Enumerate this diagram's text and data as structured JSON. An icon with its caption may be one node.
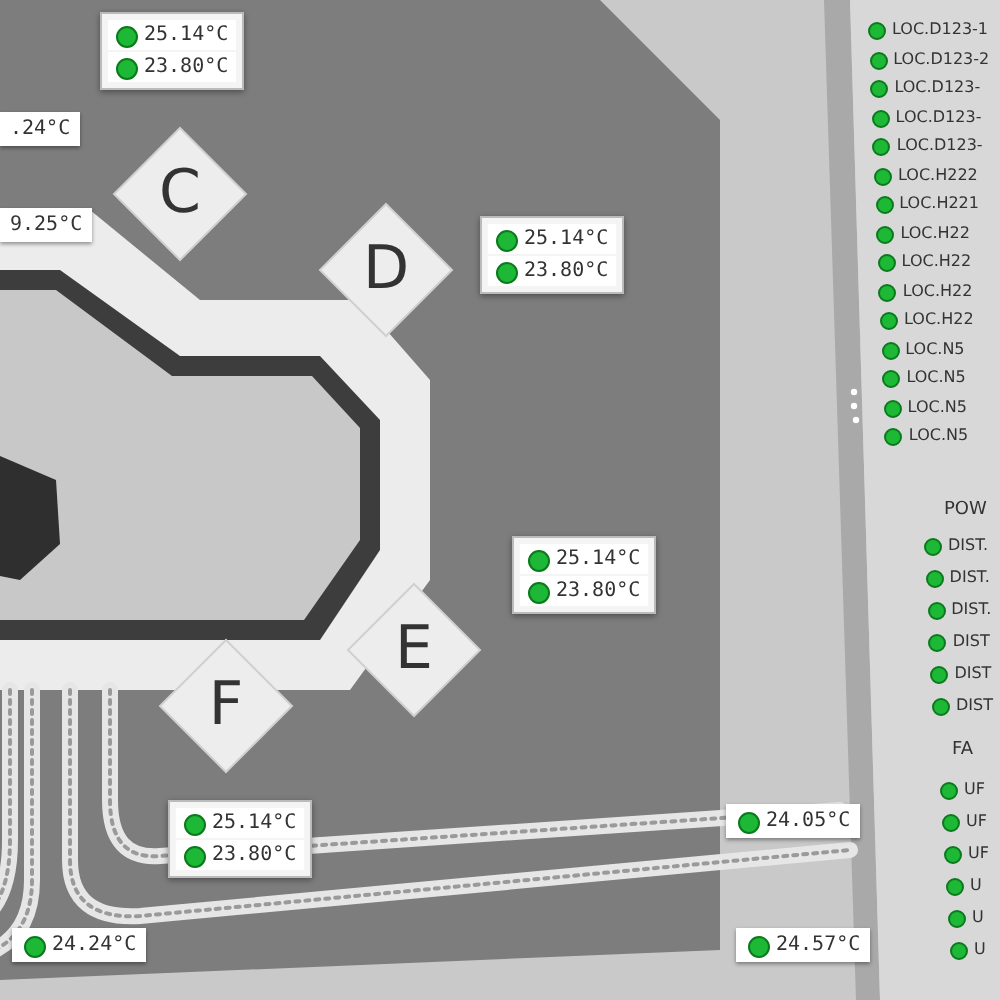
{
  "diagram": {
    "nodes": [
      {
        "text": [
          "C"
        ],
        "beside": [
          "25.14°C",
          "23.80°C"
        ]
      },
      {
        "text": [
          "D"
        ],
        "beside": [
          "25.14°C",
          "23.80°C"
        ]
      },
      {
        "text": [
          "E"
        ],
        "beside": [
          "25.14°C",
          "23.80°C"
        ]
      },
      {
        "text": [
          "F"
        ],
        "beside": [
          "25.14°C",
          "23.80°C"
        ]
      }
    ],
    "labels": [
      ".24°C",
      "9.25°C",
      "24.05°C",
      "24.57°C",
      "24.24°C",
      "LOC.D123-1",
      "LOC.D123-2",
      "LOC.D123-",
      "LOC.D123-",
      "LOC.D123-",
      "LOC.H222",
      "LOC.H221",
      "LOC.H22",
      "LOC.H22",
      "LOC.H22",
      "LOC.H22",
      "LOC.N5",
      "LOC.N5",
      "LOC.N5",
      "LOC.N5",
      "POW",
      "DIST.",
      "DIST.",
      "DIST.",
      "DIST",
      "DIST",
      "DIST",
      "FA",
      "UF",
      "UF",
      "UF",
      "U",
      "U",
      "U"
    ]
  }
}
